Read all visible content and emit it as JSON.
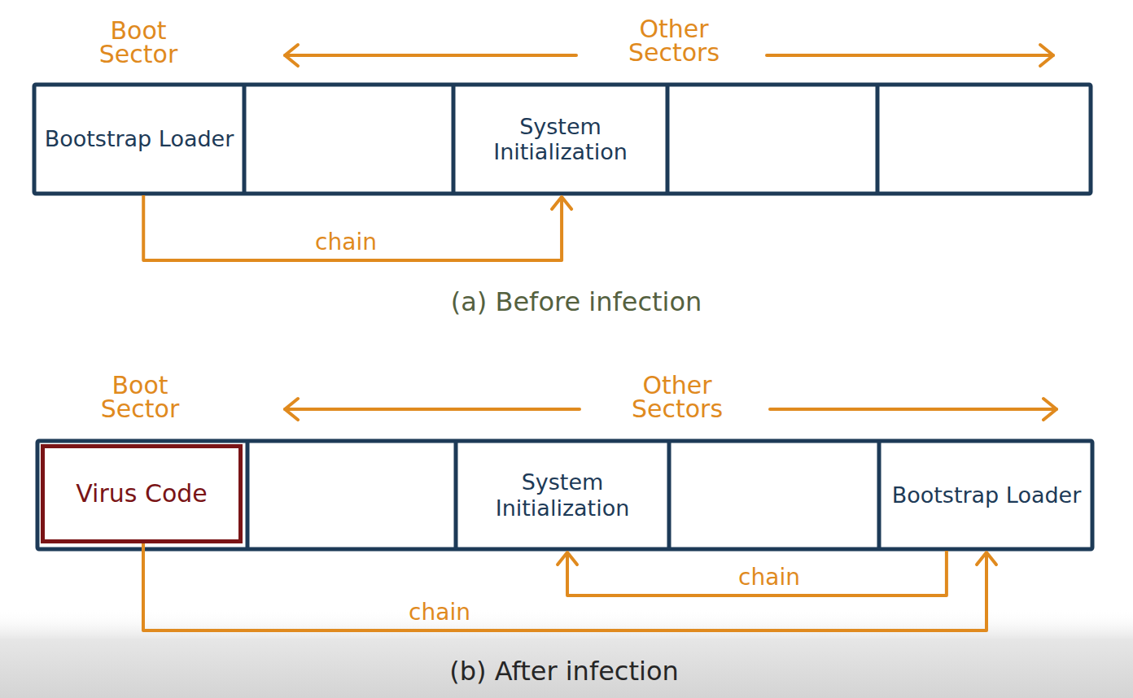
{
  "diagram": {
    "nodes": [
      {
        "text": [
          "Bootstrap Loader"
        ]
      },
      {
        "text": [
          "System Initialization"
        ]
      },
      {
        "text": [
          "Virus Code"
        ]
      },
      {
        "text": [
          "System Initialization"
        ]
      },
      {
        "text": [
          "Bootstrap Loader"
        ]
      }
    ],
    "edges": [
      {
        "from": 0,
        "to": 1,
        "arrow": "to",
        "label": "chain"
      },
      {
        "from": 2,
        "to": 4,
        "arrow": "to",
        "label": "chain"
      },
      {
        "from": 4,
        "to": 3,
        "arrow": "to",
        "label": "chain"
      }
    ],
    "labels": [
      "Boot Sector",
      "Other Sectors",
      "(a) Before infection",
      "Boot Sector",
      "Other Sectors",
      "(b) After infection"
    ]
  }
}
